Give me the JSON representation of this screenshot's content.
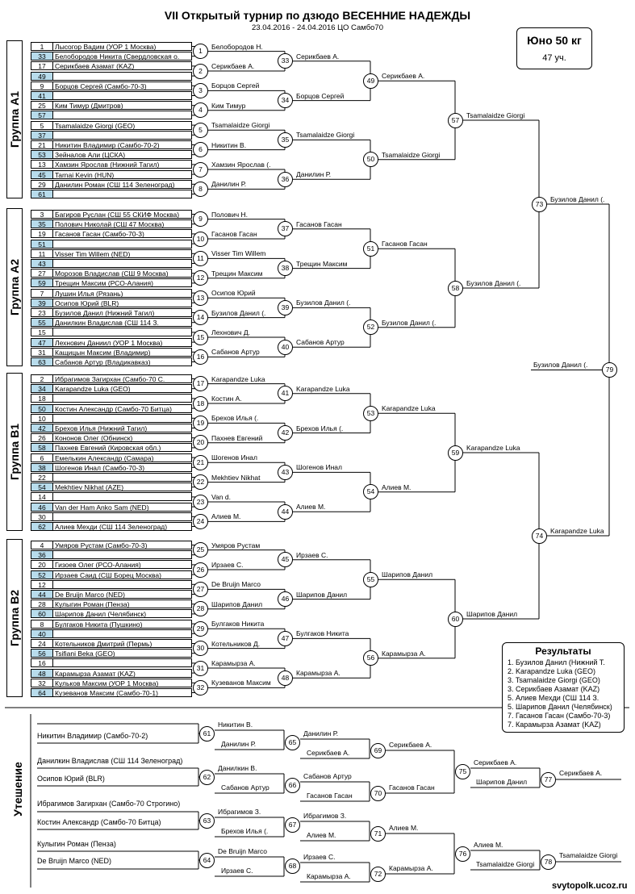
{
  "header": {
    "title": "VII Открытый турнир по дзюдо ВЕСЕННИЕ НАДЕЖДЫ",
    "dates": "23.04.2016 - 24.04.2016 ЦО Самбо70"
  },
  "category": {
    "weight": "Юно 50 кг",
    "count": "47 уч."
  },
  "groups": [
    "Группа А1",
    "Группа А2",
    "Группа В1",
    "Группа В2"
  ],
  "consolation_title": "Утешение",
  "entries": [
    {
      "seed": "1",
      "name": "Лысогор Вадим (УОР 1 Москва)"
    },
    {
      "seed": "33",
      "name": "Белобородов Никита (Свердловская о."
    },
    {
      "seed": "17",
      "name": "Серикбаев Азамат (KAZ)"
    },
    {
      "seed": "49",
      "name": ""
    },
    {
      "seed": "9",
      "name": "Борцов Сергей (Самбо-70-3)"
    },
    {
      "seed": "41",
      "name": ""
    },
    {
      "seed": "25",
      "name": "Ким Тимур (Дмитров)"
    },
    {
      "seed": "57",
      "name": ""
    },
    {
      "seed": "5",
      "name": "Tsamalaidze Giorgi (GEO)"
    },
    {
      "seed": "37",
      "name": ""
    },
    {
      "seed": "21",
      "name": "Никитин Владимир (Самбо-70-2)"
    },
    {
      "seed": "53",
      "name": "Зейналов Али (ЦСКА)"
    },
    {
      "seed": "13",
      "name": "Хамзин Ярослав (Нижний Тагил)"
    },
    {
      "seed": "45",
      "name": "Tarnai Kevin (HUN)"
    },
    {
      "seed": "29",
      "name": "Данилин Роман (СШ 114 Зеленоград)"
    },
    {
      "seed": "61",
      "name": ""
    },
    {
      "seed": "3",
      "name": "Багиров Руслан (СШ 55 СКИФ Москва)"
    },
    {
      "seed": "35",
      "name": "Полович Николай (СШ 47 Москва)"
    },
    {
      "seed": "19",
      "name": "Гасанов Гасан (Самбо-70-3)"
    },
    {
      "seed": "51",
      "name": ""
    },
    {
      "seed": "11",
      "name": "Visser Tim Willem (NED)"
    },
    {
      "seed": "43",
      "name": ""
    },
    {
      "seed": "27",
      "name": "Морозов Владислав (СШ 9 Москва)"
    },
    {
      "seed": "59",
      "name": "Трещин Максим (РСО-Алания)"
    },
    {
      "seed": "7",
      "name": "Лушин Илья (Рязань)"
    },
    {
      "seed": "39",
      "name": "Осипов Юрий (BLR)"
    },
    {
      "seed": "23",
      "name": "Бузилов Данил (Нижний Тагил)"
    },
    {
      "seed": "55",
      "name": "Данилкин Владислав (СШ 114 З."
    },
    {
      "seed": "15",
      "name": ""
    },
    {
      "seed": "47",
      "name": "Лехнович Даниил (УОР 1 Москва)"
    },
    {
      "seed": "31",
      "name": "Кащицын Максим (Владимир)"
    },
    {
      "seed": "63",
      "name": "Сабанов Артур (Владикавказ)"
    },
    {
      "seed": "2",
      "name": "Ибрагимов Загирхан (Самбо-70 С."
    },
    {
      "seed": "34",
      "name": "Karapandze Luka (GEO)"
    },
    {
      "seed": "18",
      "name": ""
    },
    {
      "seed": "50",
      "name": "Костин Александр (Самбо-70 Битца)"
    },
    {
      "seed": "10",
      "name": ""
    },
    {
      "seed": "42",
      "name": "Брехов Илья (Нижний Тагил)"
    },
    {
      "seed": "26",
      "name": "Кононов Олег (Обнинск)"
    },
    {
      "seed": "58",
      "name": "Пахнев Евгений (Кировская обл.)"
    },
    {
      "seed": "6",
      "name": "Емелькин Александр (Самара)"
    },
    {
      "seed": "38",
      "name": "Шогенов Инал (Самбо-70-3)"
    },
    {
      "seed": "22",
      "name": ""
    },
    {
      "seed": "54",
      "name": "Mekhtiev Nikhat (AZE)"
    },
    {
      "seed": "14",
      "name": ""
    },
    {
      "seed": "46",
      "name": "Van der Ham Anko Sam (NED)"
    },
    {
      "seed": "30",
      "name": ""
    },
    {
      "seed": "62",
      "name": "Алиев Мехди (СШ 114 Зеленоград)"
    },
    {
      "seed": "4",
      "name": "Умяров Рустам (Самбо-70-3)"
    },
    {
      "seed": "36",
      "name": ""
    },
    {
      "seed": "20",
      "name": "Гизоев Олег (РСО-Алания)"
    },
    {
      "seed": "52",
      "name": "Ирзаев Саид (СШ Борец Москва)"
    },
    {
      "seed": "12",
      "name": ""
    },
    {
      "seed": "44",
      "name": "De Bruijn Marco (NED)"
    },
    {
      "seed": "28",
      "name": "Кулыгин Роман (Пенза)"
    },
    {
      "seed": "60",
      "name": "Шарипов Данил (Челябинск)"
    },
    {
      "seed": "8",
      "name": "Булгаков Никита (Пушкино)"
    },
    {
      "seed": "40",
      "name": ""
    },
    {
      "seed": "24",
      "name": "Котельников Дмитрий (Пермь)"
    },
    {
      "seed": "56",
      "name": "Tsifiani Beka (GEO)"
    },
    {
      "seed": "16",
      "name": ""
    },
    {
      "seed": "48",
      "name": "Карамырза Азамат (KAZ)"
    },
    {
      "seed": "32",
      "name": "Кульков Максим (УОР 1 Москва)"
    },
    {
      "seed": "64",
      "name": "Кузеванов Максим (Самбо-70-1)"
    }
  ],
  "round1": [
    {
      "n": "1",
      "w": "Белобородов Н."
    },
    {
      "n": "2",
      "w": "Серикбаев А."
    },
    {
      "n": "3",
      "w": "Борцов Сергей"
    },
    {
      "n": "4",
      "w": "Ким Тимур"
    },
    {
      "n": "5",
      "w": "Tsamalaidze Giorgi"
    },
    {
      "n": "6",
      "w": "Никитин В."
    },
    {
      "n": "7",
      "w": "Хамзин Ярослав (."
    },
    {
      "n": "8",
      "w": "Данилин Р."
    },
    {
      "n": "9",
      "w": "Полович Н."
    },
    {
      "n": "10",
      "w": "Гасанов Гасан"
    },
    {
      "n": "11",
      "w": "Visser Tim Willem"
    },
    {
      "n": "12",
      "w": "Трещин Максим"
    },
    {
      "n": "13",
      "w": "Осипов Юрий"
    },
    {
      "n": "14",
      "w": "Бузилов Данил (."
    },
    {
      "n": "15",
      "w": "Лехнович Д."
    },
    {
      "n": "16",
      "w": "Сабанов Артур"
    },
    {
      "n": "17",
      "w": "Karapandze Luka"
    },
    {
      "n": "18",
      "w": "Костин А."
    },
    {
      "n": "19",
      "w": "Брехов Илья (."
    },
    {
      "n": "20",
      "w": "Пахнев Евгений"
    },
    {
      "n": "21",
      "w": "Шогенов Инал"
    },
    {
      "n": "22",
      "w": "Mekhtiev Nikhat"
    },
    {
      "n": "23",
      "w": "Van d."
    },
    {
      "n": "24",
      "w": "Алиев М."
    },
    {
      "n": "25",
      "w": "Умяров Рустам"
    },
    {
      "n": "26",
      "w": "Ирзаев С."
    },
    {
      "n": "27",
      "w": "De Bruijn Marco"
    },
    {
      "n": "28",
      "w": "Шарипов Данил"
    },
    {
      "n": "29",
      "w": "Булгаков Никита"
    },
    {
      "n": "30",
      "w": "Котельников Д."
    },
    {
      "n": "31",
      "w": "Карамырза А."
    },
    {
      "n": "32",
      "w": "Кузеванов Максим"
    }
  ],
  "round2": [
    {
      "n": "33",
      "w": "Серикбаев А."
    },
    {
      "n": "34",
      "w": "Борцов Сергей"
    },
    {
      "n": "35",
      "w": "Tsamalaidze Giorgi"
    },
    {
      "n": "36",
      "w": "Данилин Р."
    },
    {
      "n": "37",
      "w": "Гасанов Гасан"
    },
    {
      "n": "38",
      "w": "Трещин Максим"
    },
    {
      "n": "39",
      "w": "Бузилов Данил (."
    },
    {
      "n": "40",
      "w": "Сабанов Артур"
    },
    {
      "n": "41",
      "w": "Karapandze Luka"
    },
    {
      "n": "42",
      "w": "Брехов Илья (."
    },
    {
      "n": "43",
      "w": "Шогенов Инал"
    },
    {
      "n": "44",
      "w": "Алиев М."
    },
    {
      "n": "45",
      "w": "Ирзаев С."
    },
    {
      "n": "46",
      "w": "Шарипов Данил"
    },
    {
      "n": "47",
      "w": "Булгаков Никита"
    },
    {
      "n": "48",
      "w": "Карамырза А."
    }
  ],
  "round3": [
    {
      "n": "49",
      "w": "Серикбаев А."
    },
    {
      "n": "50",
      "w": "Tsamalaidze Giorgi"
    },
    {
      "n": "51",
      "w": "Гасанов Гасан"
    },
    {
      "n": "52",
      "w": "Бузилов Данил (."
    },
    {
      "n": "53",
      "w": "Karapandze Luka"
    },
    {
      "n": "54",
      "w": "Алиев М."
    },
    {
      "n": "55",
      "w": "Шарипов Данил"
    },
    {
      "n": "56",
      "w": "Карамырза А."
    }
  ],
  "round4": [
    {
      "n": "57",
      "w": "Tsamalaidze Giorgi"
    },
    {
      "n": "58",
      "w": "Бузилов Данил (."
    },
    {
      "n": "59",
      "w": "Karapandze Luka"
    },
    {
      "n": "60",
      "w": "Шарипов Данил"
    }
  ],
  "round5": [
    {
      "n": "73",
      "w": "Бузилов Данил (."
    },
    {
      "n": "74",
      "w": "Karapandze Luka"
    }
  ],
  "final": {
    "n": "79",
    "w": "Бузилов Данил (."
  },
  "results": {
    "title": "Результаты",
    "items": [
      "1. Бузилов Данил (Нижний Т.",
      "2. Karapandze Luka (GEO)",
      "3. Tsamalaidze Giorgi (GEO)",
      "3. Серикбаев Азамат (KAZ)",
      "5. Алиев Мехди (СШ 114 З.",
      "5. Шарипов Данил (Челябинск)",
      "7. Гасанов Гасан (Самбо-70-3)",
      "7. Карамырза Азамат (KAZ)"
    ]
  },
  "consolation": {
    "entries": [
      "Никитин Владимир (Самбо-70-2)",
      "Данилкин Владислав (СШ 114 Зеленоград)",
      "Осипов Юрий (BLR)",
      "Ибрагимов Загирхан (Самбо-70 Строгино)",
      "Костин Александр (Самбо-70 Битца)",
      "Кулыгин Роман (Пенза)",
      "De Bruijn Marco (NED)"
    ],
    "matches": [
      {
        "n": "61",
        "w": "Никитин В."
      },
      {
        "n": "62",
        "w": "Данилкин В."
      },
      {
        "n": "63",
        "w": "Ибрагимов З."
      },
      {
        "n": "64",
        "w": "De Bruijn Marco"
      },
      {
        "n": "65",
        "w": "Данилин Р."
      },
      {
        "n": "66",
        "w": "Сабанов Артур"
      },
      {
        "n": "67",
        "w": "Ибрагимов З."
      },
      {
        "n": "68",
        "w": "Ирзаев С."
      },
      {
        "n": "69",
        "w": "Серикбаев А."
      },
      {
        "n": "70",
        "w": "Гасанов Гасан"
      },
      {
        "n": "71",
        "w": "Алиев М."
      },
      {
        "n": "72",
        "w": "Карамырза А."
      },
      {
        "n": "75",
        "w": "Серикбаев А."
      },
      {
        "n": "76",
        "w": "Алиев М."
      },
      {
        "n": "77",
        "w": "Серикбаев А."
      },
      {
        "n": "78",
        "w": "Tsamalaidze Giorgi"
      }
    ],
    "opponents": [
      {
        "key": "op65",
        "w": "Данилин Р."
      },
      {
        "key": "op66",
        "w": "Сабанов Артур"
      },
      {
        "key": "op67",
        "w": "Брехов Илья (."
      },
      {
        "key": "op68",
        "w": "Ирзаев С."
      },
      {
        "key": "op69",
        "w": "Серикбаев А."
      },
      {
        "key": "op70",
        "w": "Гасанов Гасан"
      },
      {
        "key": "op71",
        "w": "Алиев М."
      },
      {
        "key": "op72",
        "w": "Карамырза А."
      },
      {
        "key": "op75",
        "w": "Шарипов Данил"
      },
      {
        "key": "op76",
        "w": "Tsamalaidze Giorgi"
      }
    ]
  },
  "watermark": "svytopolk.ucoz.ru"
}
